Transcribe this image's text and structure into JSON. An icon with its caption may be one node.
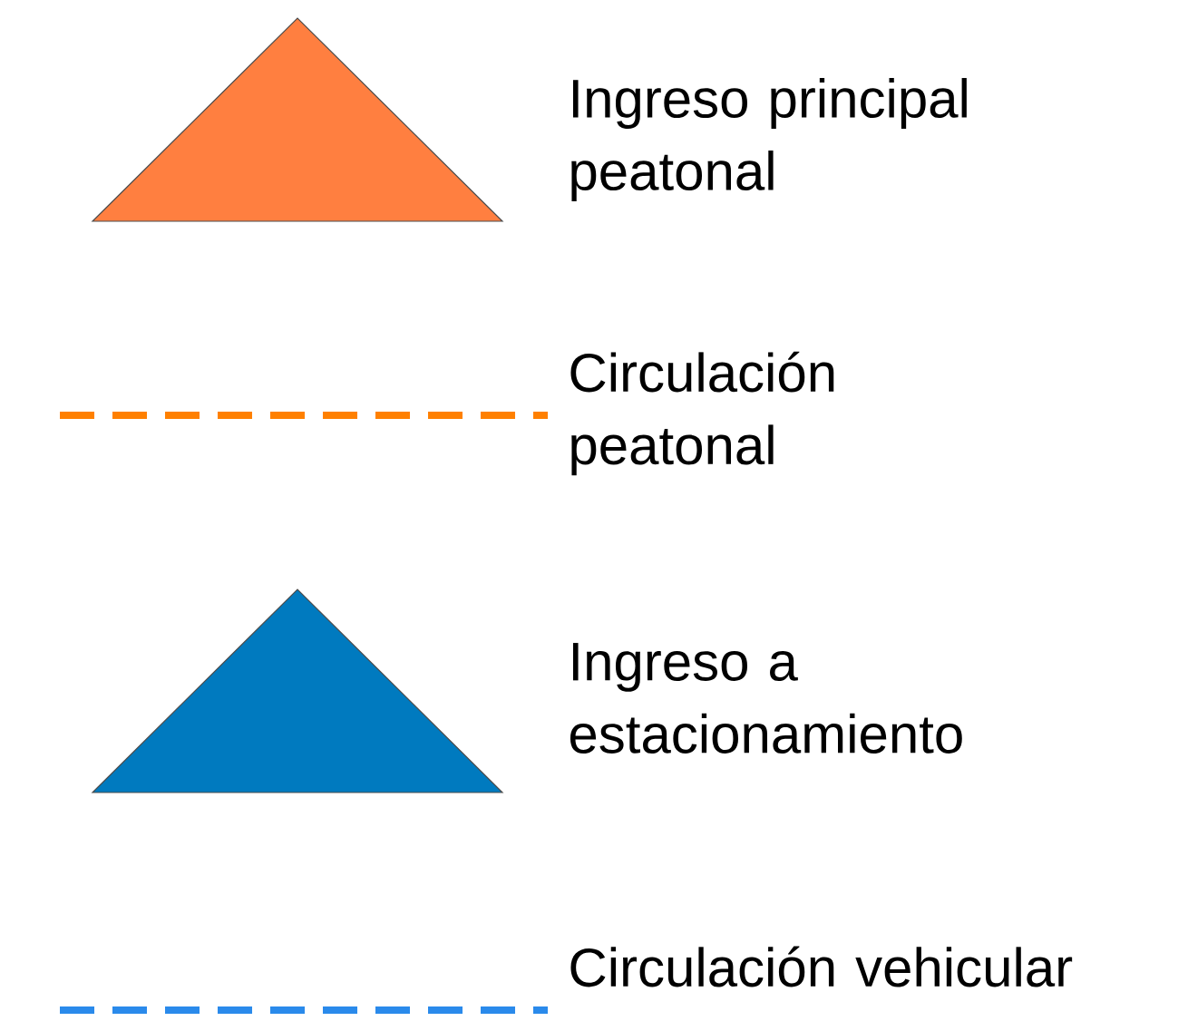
{
  "diagram": {
    "legend": [
      {
        "text": "Ingreso principal peatonal",
        "color": "#ff7f40"
      },
      {
        "text": "Circulación peatonal"
      },
      {
        "text": "Ingreso a estacionamiento",
        "color": "#007abf"
      },
      {
        "text": "Circulación vehicular"
      }
    ]
  }
}
